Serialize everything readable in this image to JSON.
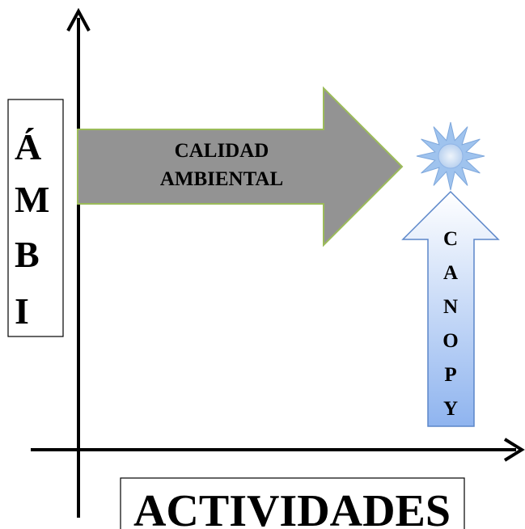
{
  "vertical_axis_label": {
    "letters": [
      "Á",
      "M",
      "B",
      "I"
    ]
  },
  "horizontal_axis_label": {
    "text": "ACTIVIDADES"
  },
  "big_arrow": {
    "lines": [
      "CALIDAD",
      "AMBIENTAL"
    ],
    "fill": "#939393",
    "stroke": "#9bbb59"
  },
  "canopy_arrow": {
    "letters": [
      "C",
      "A",
      "N",
      "O",
      "P",
      "Y"
    ],
    "fill_top": "#ffffff",
    "fill_bottom": "#8fb4ef",
    "stroke": "#5b86c9"
  },
  "sun": {
    "color": "#9fc3ee",
    "core": "#d8e6f7"
  }
}
